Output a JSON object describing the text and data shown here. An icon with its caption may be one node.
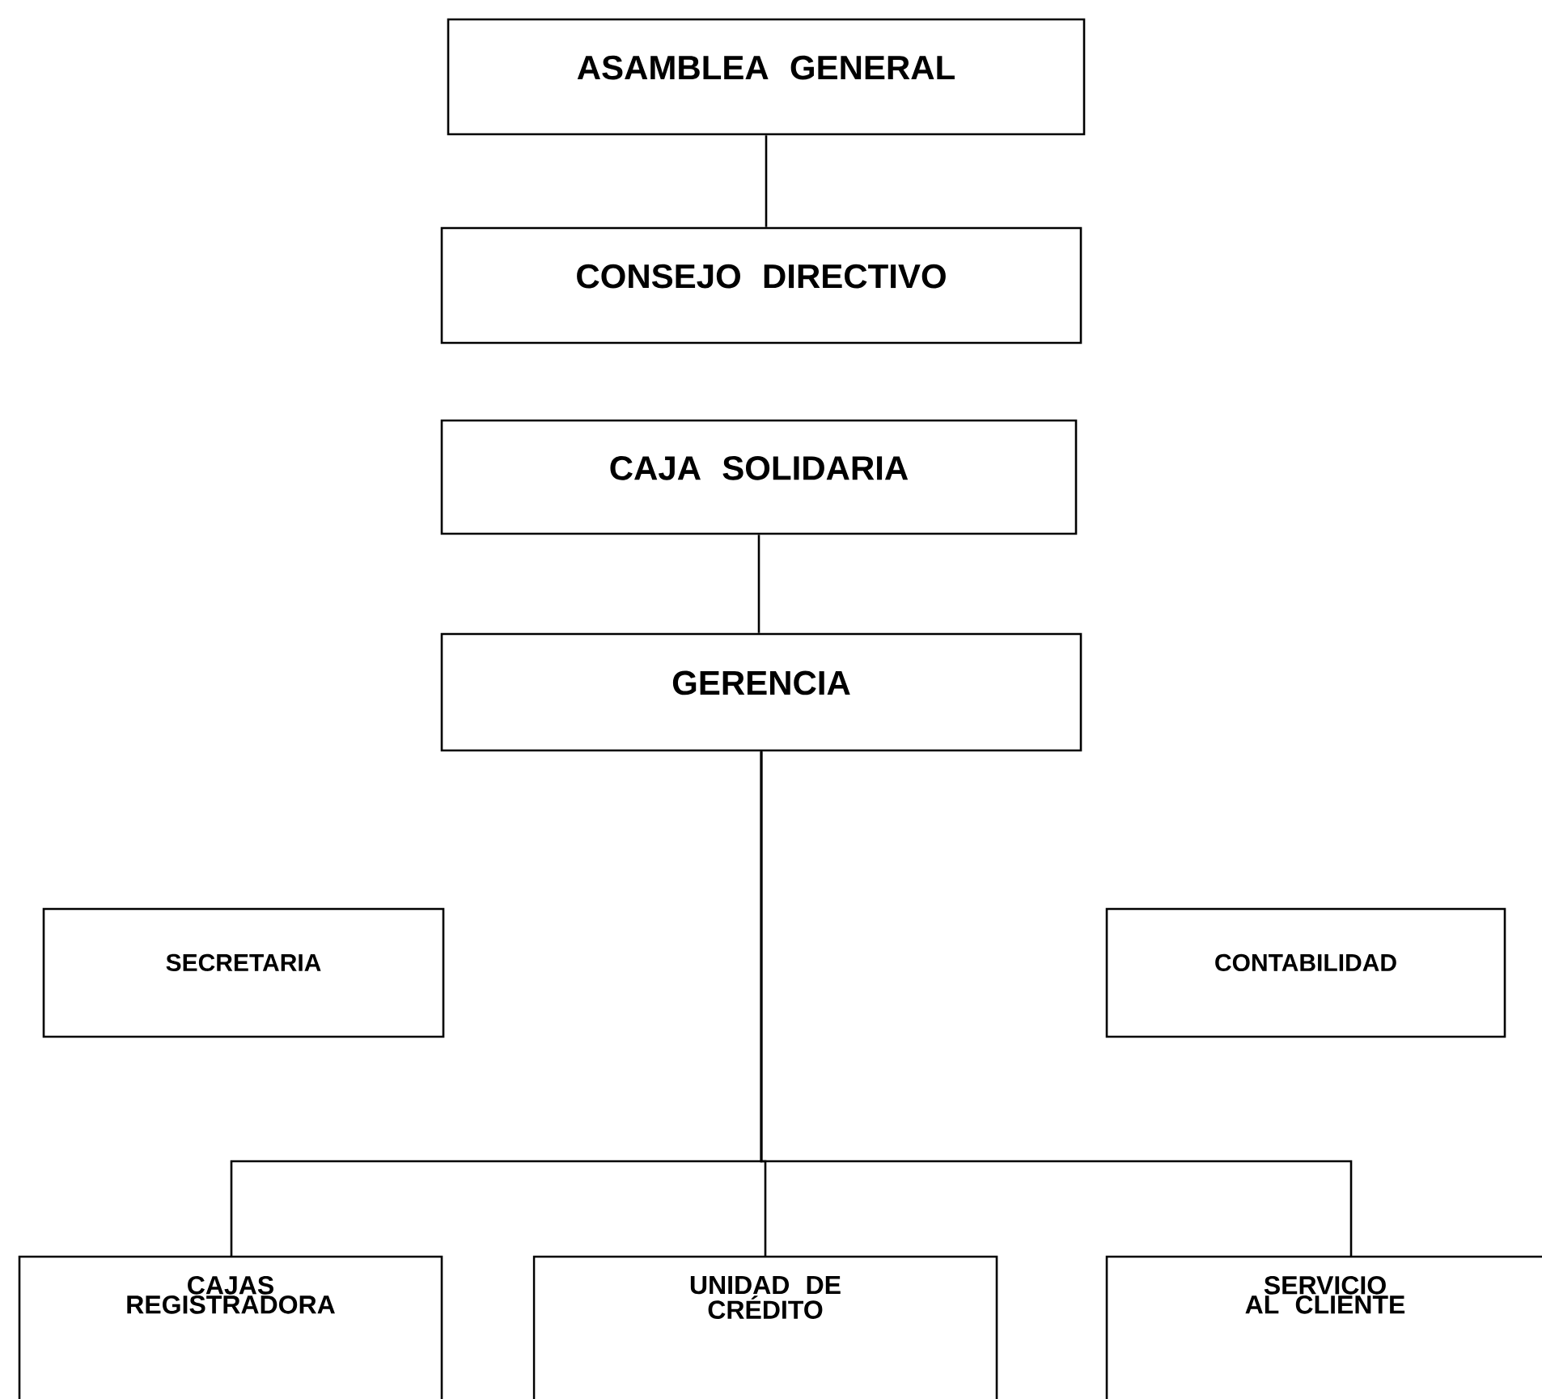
{
  "diagram": {
    "nodes": [
      {
        "text": [
          "ASAMBLEA GENERAL"
        ]
      },
      {
        "text": [
          "CONSEJO DIRECTIVO"
        ]
      },
      {
        "text": [
          "CAJA SOLIDARIA"
        ]
      },
      {
        "text": [
          "GERENCIA"
        ]
      },
      {
        "text": [
          "SECRETARIA"
        ]
      },
      {
        "text": [
          "CONTABILIDAD"
        ]
      },
      {
        "text": [
          "CAJAS REGISTRADORA"
        ]
      },
      {
        "text": [
          "UNIDAD DE CRÉDITO"
        ]
      },
      {
        "text": [
          "SERVICIO AL CLIENTE"
        ]
      }
    ],
    "edges": [
      {
        "from": 0,
        "to": 1,
        "arrow": "none"
      },
      {
        "from": 2,
        "to": 3,
        "arrow": "none"
      },
      {
        "from": 3,
        "to": 6,
        "arrow": "none"
      },
      {
        "from": 3,
        "to": 7,
        "arrow": "none"
      },
      {
        "from": 3,
        "to": 8,
        "arrow": "none"
      }
    ]
  }
}
